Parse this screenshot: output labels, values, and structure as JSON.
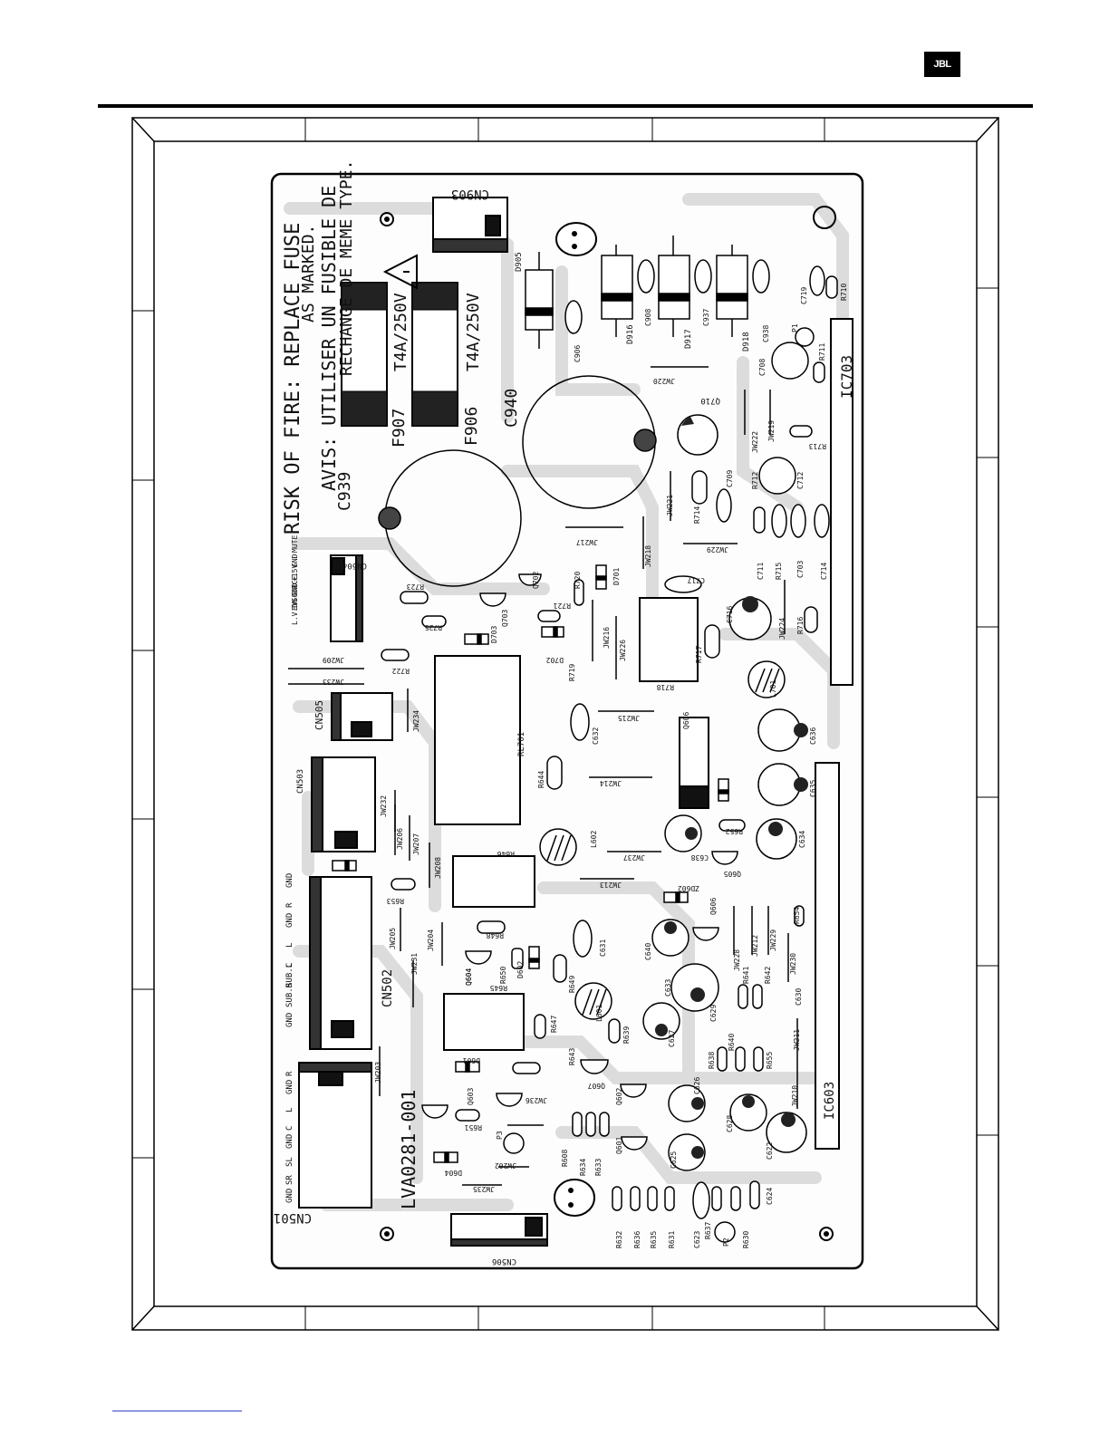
{
  "header": {
    "brand_logo": "JBL"
  },
  "board": {
    "warning_line1": "RISK OF FIRE: REPLACE FUSE",
    "warning_line2": "AS MARKED.",
    "avis_line1": "AVIS: UTILISER UN FUSIBLE DE",
    "avis_line2": "RECHANGE DE MEME TYPE.",
    "part_number": "LVA0281-001",
    "fuse_rating_1": "T4A/250V",
    "fuse_rating_2": "T4A/250V",
    "connector_pins": {
      "CN501": [
        "R",
        "GND",
        "L",
        "C",
        "GND",
        "SL",
        "SR",
        "GND"
      ],
      "CN502": [
        "GND",
        "R",
        "GND",
        "L",
        "C",
        "SUB.L",
        "SUB.R",
        "GND"
      ],
      "CN504": [
        "MUTE",
        "GND",
        "+15V",
        "GND",
        "EVSOURCE",
        "L.V.DN"
      ]
    },
    "labels": [
      {
        "id": "cn903",
        "text": "CN903"
      },
      {
        "id": "d905",
        "text": "D905"
      },
      {
        "id": "c906",
        "text": "C906"
      },
      {
        "id": "d916",
        "text": "D916"
      },
      {
        "id": "c908",
        "text": "C908"
      },
      {
        "id": "d917",
        "text": "D917"
      },
      {
        "id": "c937",
        "text": "C937"
      },
      {
        "id": "d918",
        "text": "D918"
      },
      {
        "id": "c938",
        "text": "C938"
      },
      {
        "id": "c719",
        "text": "C719"
      },
      {
        "id": "r710",
        "text": "R710"
      },
      {
        "id": "r711",
        "text": "R711"
      },
      {
        "id": "c708",
        "text": "C708"
      },
      {
        "id": "ic703",
        "text": "IC703"
      },
      {
        "id": "f907",
        "text": "F907"
      },
      {
        "id": "f906",
        "text": "F906"
      },
      {
        "id": "c939",
        "text": "C939"
      },
      {
        "id": "c940",
        "text": "C940"
      },
      {
        "id": "jw220",
        "text": "JW220"
      },
      {
        "id": "q710",
        "text": "Q710"
      },
      {
        "id": "jw222",
        "text": "JW222"
      },
      {
        "id": "jw219",
        "text": "JW219"
      },
      {
        "id": "r713",
        "text": "R713"
      },
      {
        "id": "r714",
        "text": "R714"
      },
      {
        "id": "c709",
        "text": "C709"
      },
      {
        "id": "r712",
        "text": "R712"
      },
      {
        "id": "c712",
        "text": "C712"
      },
      {
        "id": "jw221",
        "text": "JW221"
      },
      {
        "id": "jw229",
        "text": "JW229"
      },
      {
        "id": "c711",
        "text": "C711"
      },
      {
        "id": "r715",
        "text": "R715"
      },
      {
        "id": "c703",
        "text": "C703"
      },
      {
        "id": "c714",
        "text": "C714"
      },
      {
        "id": "cn504",
        "text": "CN504"
      },
      {
        "id": "jw217",
        "text": "JW217"
      },
      {
        "id": "jw218",
        "text": "JW218"
      },
      {
        "id": "q702",
        "text": "Q702"
      },
      {
        "id": "r720",
        "text": "R720"
      },
      {
        "id": "d701",
        "text": "D701"
      },
      {
        "id": "r723",
        "text": "R723"
      },
      {
        "id": "q703",
        "text": "Q703"
      },
      {
        "id": "r721",
        "text": "R721"
      },
      {
        "id": "r722",
        "text": "R722"
      },
      {
        "id": "d702",
        "text": "D702"
      },
      {
        "id": "d703",
        "text": "D703"
      },
      {
        "id": "jw216",
        "text": "JW216"
      },
      {
        "id": "jw226",
        "text": "JW226"
      },
      {
        "id": "c717",
        "text": "C717"
      },
      {
        "id": "c716",
        "text": "C716"
      },
      {
        "id": "jw224",
        "text": "JW224"
      },
      {
        "id": "r718",
        "text": "R718"
      },
      {
        "id": "jw209",
        "text": "JW209"
      },
      {
        "id": "jw233",
        "text": "JW233"
      },
      {
        "id": "r725",
        "text": "R725"
      },
      {
        "id": "r719",
        "text": "R719"
      },
      {
        "id": "r717",
        "text": "R717"
      },
      {
        "id": "r716",
        "text": "R716"
      },
      {
        "id": "l701",
        "text": "L701"
      },
      {
        "id": "cn505",
        "text": "CN505"
      },
      {
        "id": "jw234",
        "text": "JW234"
      },
      {
        "id": "rl701",
        "text": "RL701"
      },
      {
        "id": "c632",
        "text": "C632"
      },
      {
        "id": "jw215",
        "text": "JW215"
      },
      {
        "id": "cn503",
        "text": "CN503"
      },
      {
        "id": "r644",
        "text": "R644"
      },
      {
        "id": "jw214",
        "text": "JW214"
      },
      {
        "id": "q606",
        "text": "Q606"
      },
      {
        "id": "c636",
        "text": "C636"
      },
      {
        "id": "c635",
        "text": "C635"
      },
      {
        "id": "jw232",
        "text": "JW232"
      },
      {
        "id": "jw206",
        "text": "JW206"
      },
      {
        "id": "jw207",
        "text": "JW207"
      },
      {
        "id": "l602",
        "text": "L602"
      },
      {
        "id": "r653",
        "text": "R653"
      },
      {
        "id": "c638",
        "text": "C638"
      },
      {
        "id": "c634",
        "text": "C634"
      },
      {
        "id": "r646",
        "text": "R646"
      },
      {
        "id": "jw208",
        "text": "JW208"
      },
      {
        "id": "jw237",
        "text": "JW237"
      },
      {
        "id": "q605",
        "text": "Q605"
      },
      {
        "id": "r652",
        "text": "R652"
      },
      {
        "id": "jw213",
        "text": "JW213"
      },
      {
        "id": "zd602",
        "text": "ZD602"
      },
      {
        "id": "r654",
        "text": "R654"
      },
      {
        "id": "jw205",
        "text": "JW205"
      },
      {
        "id": "r648",
        "text": "R648"
      },
      {
        "id": "c640",
        "text": "C640"
      },
      {
        "id": "q606b",
        "text": "Q606"
      },
      {
        "id": "jw228",
        "text": "JW228"
      },
      {
        "id": "jw212",
        "text": "JW212"
      },
      {
        "id": "jw229b",
        "text": "JW229"
      },
      {
        "id": "jw230",
        "text": "JW230"
      },
      {
        "id": "jw231",
        "text": "JW231"
      },
      {
        "id": "jw204",
        "text": "JW204"
      },
      {
        "id": "q604",
        "text": "Q604"
      },
      {
        "id": "r650",
        "text": "R650"
      },
      {
        "id": "d602",
        "text": "D602"
      },
      {
        "id": "c631",
        "text": "C631"
      },
      {
        "id": "r649",
        "text": "R649"
      },
      {
        "id": "r645",
        "text": "R645"
      },
      {
        "id": "c633",
        "text": "C633"
      },
      {
        "id": "r641",
        "text": "R641"
      },
      {
        "id": "r642",
        "text": "R642"
      },
      {
        "id": "c630",
        "text": "C630"
      },
      {
        "id": "cn502",
        "text": "CN502"
      },
      {
        "id": "r647",
        "text": "R647"
      },
      {
        "id": "l601",
        "text": "L601"
      },
      {
        "id": "r639",
        "text": "R639"
      },
      {
        "id": "c627",
        "text": "C627"
      },
      {
        "id": "c629",
        "text": "C629"
      },
      {
        "id": "r640",
        "text": "R640"
      },
      {
        "id": "r638",
        "text": "R638"
      },
      {
        "id": "r655",
        "text": "R655"
      },
      {
        "id": "jw211",
        "text": "JW211"
      },
      {
        "id": "jw203",
        "text": "JW203"
      },
      {
        "id": "d601",
        "text": "D601"
      },
      {
        "id": "r643",
        "text": "R643"
      },
      {
        "id": "q607",
        "text": "Q607"
      },
      {
        "id": "jw210",
        "text": "JW210"
      },
      {
        "id": "ic603",
        "text": "IC603"
      },
      {
        "id": "q603",
        "text": "Q603"
      },
      {
        "id": "p1",
        "text": "P1"
      },
      {
        "id": "jw236",
        "text": "JW236"
      },
      {
        "id": "q602",
        "text": "Q602"
      },
      {
        "id": "c626",
        "text": "C626"
      },
      {
        "id": "c628",
        "text": "C628"
      },
      {
        "id": "r651",
        "text": "R651"
      },
      {
        "id": "q601",
        "text": "Q601"
      },
      {
        "id": "c622",
        "text": "C622"
      },
      {
        "id": "r634",
        "text": "R634"
      },
      {
        "id": "r633",
        "text": "R633"
      },
      {
        "id": "r608",
        "text": "R608"
      },
      {
        "id": "c625",
        "text": "C625"
      },
      {
        "id": "p3",
        "text": "P3"
      },
      {
        "id": "jw202",
        "text": "JW202"
      },
      {
        "id": "d604",
        "text": "D604"
      },
      {
        "id": "jw235",
        "text": "JW235"
      },
      {
        "id": "c624",
        "text": "C624"
      },
      {
        "id": "r632",
        "text": "R632"
      },
      {
        "id": "r636",
        "text": "R636"
      },
      {
        "id": "r635",
        "text": "R635"
      },
      {
        "id": "r631",
        "text": "R631"
      },
      {
        "id": "c623",
        "text": "C623"
      },
      {
        "id": "r637",
        "text": "R637"
      },
      {
        "id": "p2",
        "text": "P2"
      },
      {
        "id": "r630",
        "text": "R630"
      },
      {
        "id": "cn501",
        "text": "CN501"
      },
      {
        "id": "cn506",
        "text": "CN506"
      },
      {
        "id": "q604b",
        "text": "Q604"
      }
    ]
  }
}
